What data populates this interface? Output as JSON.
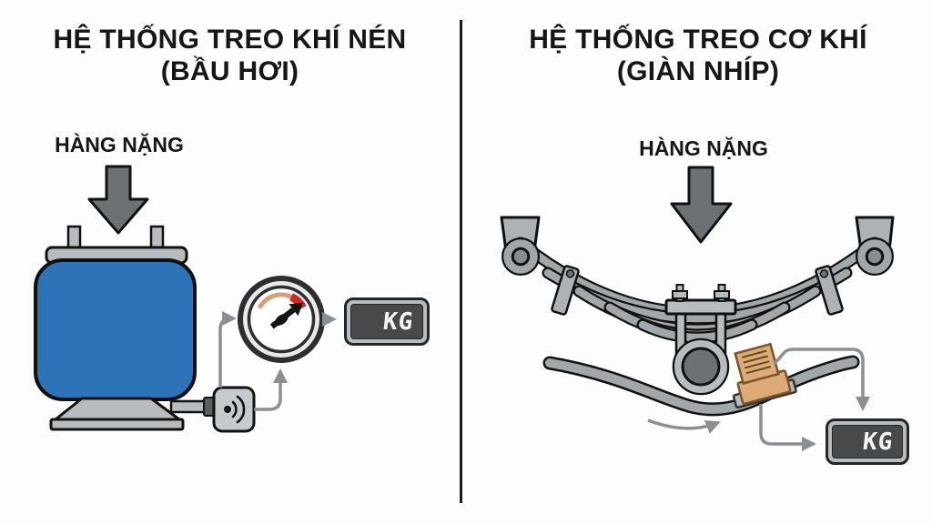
{
  "left_panel": {
    "title_line1": "HỆ THỐNG TREO KHÍ NÉN",
    "title_line2": "(BẦU HƠI)",
    "load_label": "HÀNG NẶNG",
    "display_value": "KG"
  },
  "right_panel": {
    "title_line1": "HỆ THỐNG TREO CƠ KHÍ",
    "title_line2": "(GIÀN NHÍP)",
    "load_label": "HÀNG NẶNG",
    "display_value": "KG"
  },
  "icons": {
    "left": [
      "load-arrow-icon",
      "air-spring-icon",
      "pressure-sensor-icon",
      "pressure-gauge-icon",
      "digital-display-icon"
    ],
    "right": [
      "load-arrow-icon",
      "leaf-spring-icon",
      "axle-ubolt-icon",
      "strain-gauge-icon",
      "deflection-arrow-icon",
      "digital-display-icon"
    ]
  },
  "colors": {
    "bg": "#fdfdfd",
    "text": "#161616",
    "metal_light": "#b9bcbe",
    "metal_mid": "#a2a7aa",
    "metal_dark": "#6d7174",
    "outline": "#111111",
    "airbag_blue": "#2d73b7",
    "line_gray": "#8b8f92",
    "gauge_red": "#cf2a1e",
    "gauge_tan": "#d99d78",
    "strain_tan": "#dcab77",
    "strain_outline": "#7a5327",
    "display_screen": "#47494b",
    "display_frame": "#b9bcbe",
    "display_text": "#f5f5f5"
  }
}
